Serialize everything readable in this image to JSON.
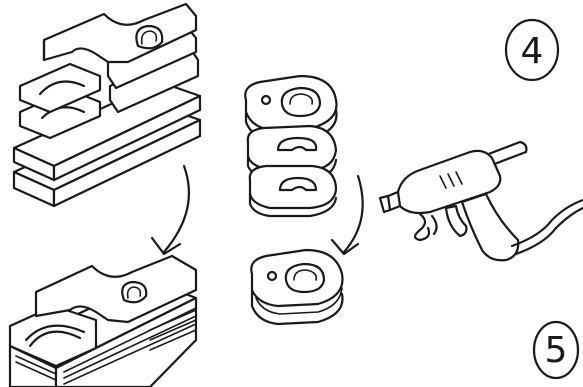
{
  "steps": [
    {
      "number": "4"
    },
    {
      "number": "5"
    }
  ],
  "colors": {
    "ink": "#1a1a1a",
    "paper": "#ffffff"
  },
  "icons": [
    "layered-cardboard-stack",
    "cutout-piece-stack",
    "hot-glue-gun",
    "curved-arrow"
  ]
}
